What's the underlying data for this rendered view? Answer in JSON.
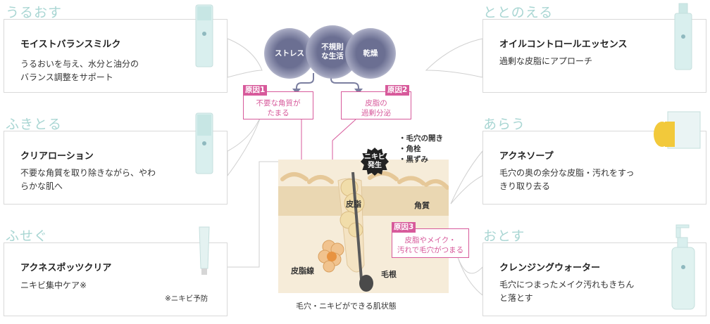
{
  "left": [
    {
      "category": "うるおす",
      "name": "モイストバランスミルク",
      "desc": [
        "うるおいを与え、水分と油分の",
        "バランス調整をサポート"
      ],
      "note": ""
    },
    {
      "category": "ふきとる",
      "name": "クリアローション",
      "desc": [
        "不要な角質を取り除きながら、やわ",
        "らかな肌へ"
      ],
      "note": ""
    },
    {
      "category": "ふせぐ",
      "name": "アクネスポッツクリア",
      "desc": [
        "ニキビ集中ケア※"
      ],
      "note": "※ニキビ予防"
    }
  ],
  "right": [
    {
      "category": "ととのえる",
      "name": "オイルコントロールエッセンス",
      "desc": [
        "過剰な皮脂にアプローチ"
      ]
    },
    {
      "category": "あらう",
      "name": "アクネソープ",
      "desc": [
        "毛穴の奥の余分な皮脂・汚れをすっ",
        "きり取り去る"
      ]
    },
    {
      "category": "おとす",
      "name": "クレンジングウォーター",
      "desc": [
        "毛穴につまったメイク汚れもきちん",
        "と落とす"
      ]
    }
  ],
  "center": {
    "bubbles": [
      "ストレス",
      "不規則な生活",
      "乾燥"
    ],
    "causes": [
      {
        "label": "原因1",
        "text": [
          "不要な角質が",
          "たまる"
        ]
      },
      {
        "label": "原因2",
        "text": [
          "皮脂の",
          "過剰分泌"
        ]
      },
      {
        "label": "原因3",
        "text": [
          "皮脂やメイク・",
          "汚れで毛穴がつまる"
        ]
      }
    ],
    "badge": [
      "ニキビ",
      "発生"
    ],
    "symptoms": [
      "・毛穴の開き",
      "・角栓",
      "・黒ずみ"
    ],
    "skin_labels": {
      "sebum": "皮脂",
      "horny_layer": "角質",
      "sebaceous_gland": "皮脂線",
      "hair_root": "毛根"
    },
    "caption": "毛穴・ニキビができる肌状態"
  },
  "colors": {
    "category": "#a9d6d3",
    "cause": "#d75a9b",
    "skin": "#f6ecd9"
  }
}
